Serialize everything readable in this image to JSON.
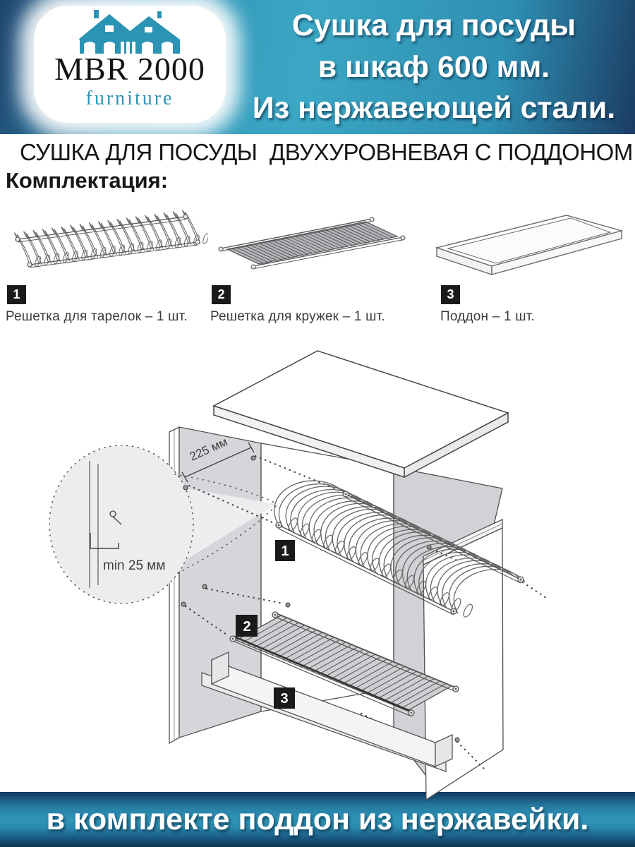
{
  "header": {
    "logo": {
      "brand": "MBR 2000",
      "tagline": "furniture"
    },
    "title_lines": [
      "Сушка для посуды",
      "в шкаф 600 мм.",
      "Из нержавеющей стали."
    ]
  },
  "product_title": "СУШКА ДЛЯ ПОСУДЫ  ДВУХУРОВНЕВАЯ С ПОДДОНОМ",
  "section_heading": "Комплектация:",
  "components": [
    {
      "num": "1",
      "caption": "Решетка для тарелок – 1 шт."
    },
    {
      "num": "2",
      "caption": "Решетка для кружек – 1 шт."
    },
    {
      "num": "3",
      "caption": "Поддон – 1 шт."
    }
  ],
  "diagram": {
    "width_dimension": "225 мм",
    "depth_dimension": "min 25 мм"
  },
  "footer": {
    "text": "в комплекте поддон из нержавейки."
  },
  "colors": {
    "banner_teal": "#2f95b8",
    "banner_navy": "#1c3f69",
    "badge_black": "#1a1a1a",
    "logo_teal": "#2b93b4"
  }
}
